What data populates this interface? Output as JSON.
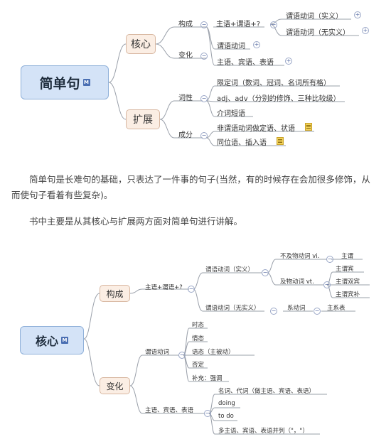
{
  "diagram1": {
    "root": "简单句",
    "badge": "M",
    "core": "核心",
    "core_struct": "构成",
    "core_struct_formula": "主语+谓语+?",
    "verb_real": "谓语动词（实义）",
    "verb_unreal": "谓语动词（无实义）",
    "core_change": "变化",
    "verb": "谓语动词",
    "subj_obj_pred": "主语、宾语、表语",
    "expand": "扩展",
    "attr": "词性",
    "attr_items": [
      "限定词（数词、冠词、名词所有格）",
      "adj、adv（分别的修饰、三种比较级）",
      "介词短语"
    ],
    "component": "成分",
    "component_items": [
      "非谓语动词做定语、状语",
      "同位语、插入语"
    ]
  },
  "paragraphs": {
    "p1": "简单句是长难句的基础，只表达了一件事的句子(当然，有的时候存在会加很多修饰，从而使句子看着有些复杂)。",
    "p2": "书中主要是从其核心与扩展两方面对简单句进行讲解。"
  },
  "diagram2": {
    "root": "核心",
    "badge": "M",
    "struct": "构成",
    "formula": "主语+谓语+?",
    "verb_real": "谓语动词（实义）",
    "intrans": "不及物动词 vi.",
    "subject_pred": "主谓",
    "trans": "及物动词 vt.",
    "trans_items": [
      "主谓宾",
      "主谓双宾",
      "主谓宾补"
    ],
    "verb_unreal": "谓语动词（无实义）",
    "link_verb": "系动词",
    "sub_link": "主系表",
    "change": "变化",
    "verb": "谓语动词",
    "verb_items": [
      "时态",
      "情态",
      "语态（主被动）",
      "否定",
      "补充：强调"
    ],
    "sop": "主语、宾语、表语",
    "sop_items": [
      "名词、代词（做主语、宾语、表语）",
      "doing",
      "to do",
      "多主语、宾语、表语并列（\"，\"）"
    ]
  }
}
